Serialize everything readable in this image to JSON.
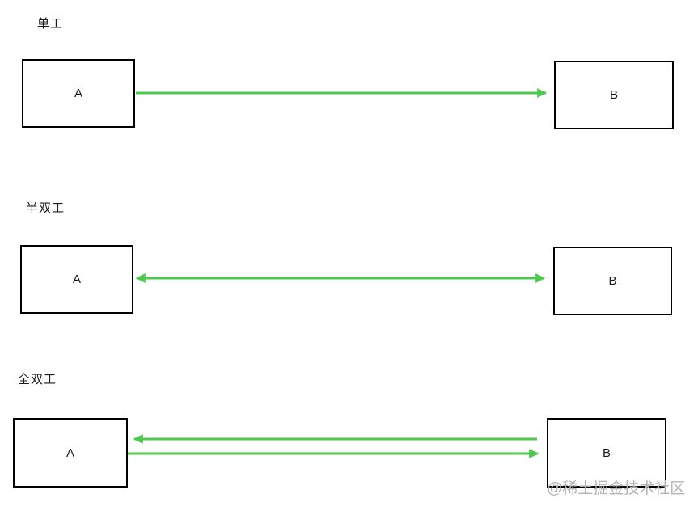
{
  "colors": {
    "arrow_green": "#4dc94d",
    "box_border": "#000000",
    "watermark_gray": "#b3b3b3"
  },
  "sections": [
    {
      "id": "simplex",
      "label": "单工",
      "node_a": "A",
      "node_b": "B",
      "arrows": [
        {
          "from": "A",
          "to": "B",
          "direction": "a-to-b"
        }
      ]
    },
    {
      "id": "half-duplex",
      "label": "半双工",
      "node_a": "A",
      "node_b": "B",
      "arrows": [
        {
          "from": "A",
          "to": "B",
          "direction": "bidirectional"
        }
      ]
    },
    {
      "id": "full-duplex",
      "label": "全双工",
      "node_a": "A",
      "node_b": "B",
      "arrows": [
        {
          "from": "B",
          "to": "A",
          "direction": "b-to-a"
        },
        {
          "from": "A",
          "to": "B",
          "direction": "a-to-b"
        }
      ]
    }
  ],
  "watermark": "@稀土掘金技术社区"
}
